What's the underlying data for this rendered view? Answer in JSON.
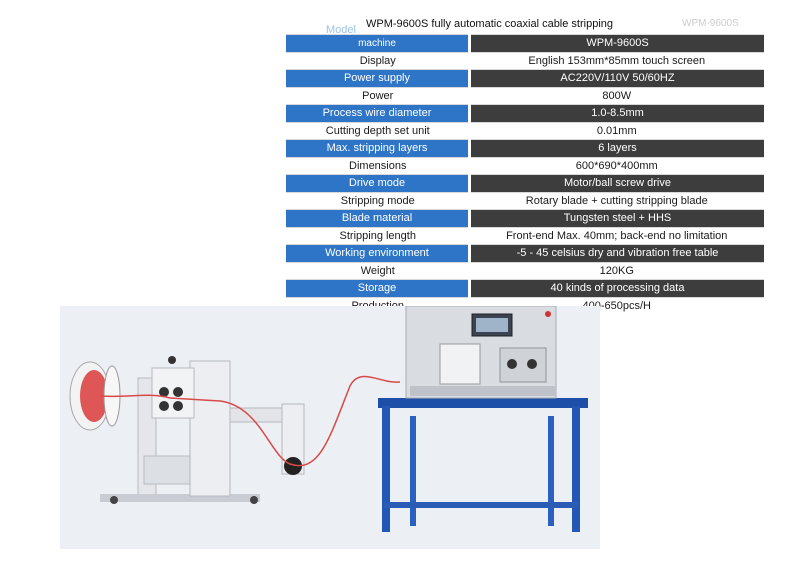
{
  "header": {
    "title": "WPM-9600S fully automatic coaxial cable stripping",
    "ghost_left": "Model",
    "ghost_right": "WPM-9600S"
  },
  "specs": [
    {
      "key": "machine",
      "value": "WPM-9600S",
      "style": "highlight"
    },
    {
      "key": "Display",
      "value": "English 153mm*85mm touch screen",
      "style": "plain"
    },
    {
      "key": "Power supply",
      "value": "AC220V/110V 50/60HZ",
      "style": "highlight"
    },
    {
      "key": "Power",
      "value": "800W",
      "style": "plain"
    },
    {
      "key": "Process wire diameter",
      "value": "1.0-8.5mm",
      "style": "highlight"
    },
    {
      "key": "Cutting depth set unit",
      "value": "0.01mm",
      "style": "plain"
    },
    {
      "key": "Max. stripping layers",
      "value": "6 layers",
      "style": "highlight"
    },
    {
      "key": "Dimensions",
      "value": "600*690*400mm",
      "style": "plain"
    },
    {
      "key": "Drive mode",
      "value": "Motor/ball screw drive",
      "style": "highlight"
    },
    {
      "key": "Stripping mode",
      "value": "Rotary blade + cutting stripping blade",
      "style": "plain"
    },
    {
      "key": "Blade material",
      "value": "Tungsten steel + HHS",
      "style": "highlight"
    },
    {
      "key": "Stripping length",
      "value": "Front-end Max. 40mm; back-end no limitation",
      "style": "plain"
    },
    {
      "key": "Working environment",
      "value": "-5 - 45 celsius dry and vibration free table",
      "style": "highlight"
    },
    {
      "key": "Weight",
      "value": "120KG",
      "style": "plain"
    },
    {
      "key": "Storage",
      "value": "40 kinds of processing data",
      "style": "highlight"
    },
    {
      "key": "Production",
      "value": "400-650pcs/H",
      "style": "plain"
    }
  ],
  "colors": {
    "key_bg": "#2e75c8",
    "value_bg": "#3d3d3d",
    "text_light": "#ffffff",
    "text_dark": "#1a1a1a"
  }
}
